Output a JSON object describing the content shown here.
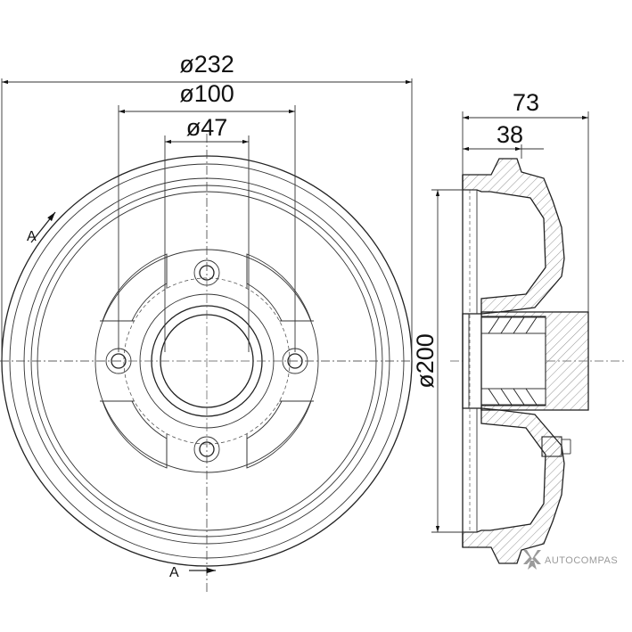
{
  "dimensions": {
    "outer_diameter": "ø232",
    "bolt_circle": "ø100",
    "center_bore": "ø47",
    "drum_inner_diameter": "ø200",
    "total_height": "73",
    "hub_height": "38"
  },
  "section_markers": {
    "top": "A",
    "bottom": "A"
  },
  "watermark": {
    "text": "AUTOCOMPAS",
    "icon": "autocompas-logo-icon"
  }
}
